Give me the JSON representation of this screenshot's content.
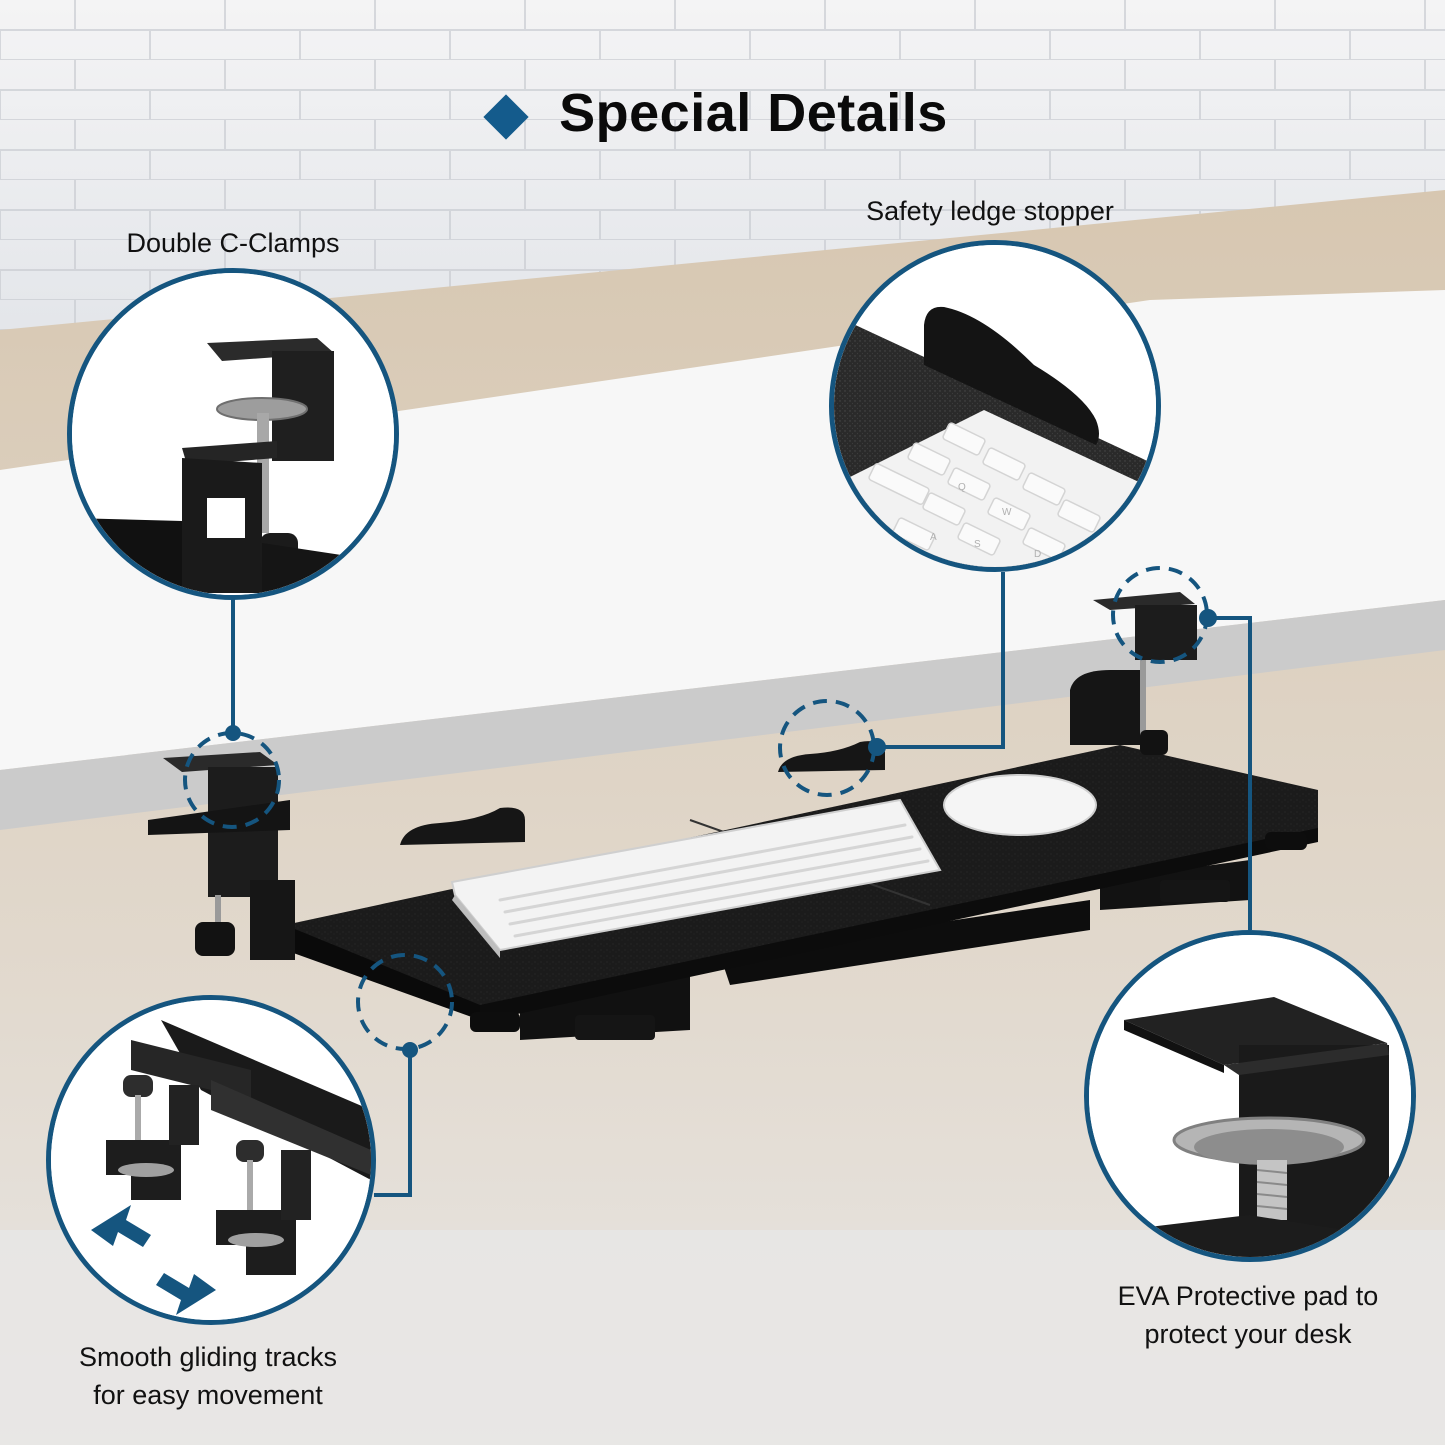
{
  "title": {
    "icon": "diamond-icon",
    "text": "Special Details"
  },
  "features": [
    {
      "id": "double-c-clamps",
      "label": "Double C-Clamps"
    },
    {
      "id": "safety-ledge-stopper",
      "label": "Safety ledge stopper"
    },
    {
      "id": "smooth-gliding-tracks",
      "label_line1": "Smooth gliding tracks",
      "label_line2": "for easy movement"
    },
    {
      "id": "eva-protective-pad",
      "label_line1": "EVA Protective pad to",
      "label_line2": "protect your desk"
    }
  ],
  "colors": {
    "accent": "#15557f",
    "diamond": "#145b8c",
    "tray": "#1a1a1a",
    "desk_top": "#f7f7f7",
    "desk_edge": "#c9c9c9",
    "floor": "#d8cbb8",
    "wall": "#e9ebee"
  },
  "keyboard_keys": {
    "q": "Q",
    "w": "W",
    "a": "A",
    "s": "S",
    "d": "D"
  }
}
